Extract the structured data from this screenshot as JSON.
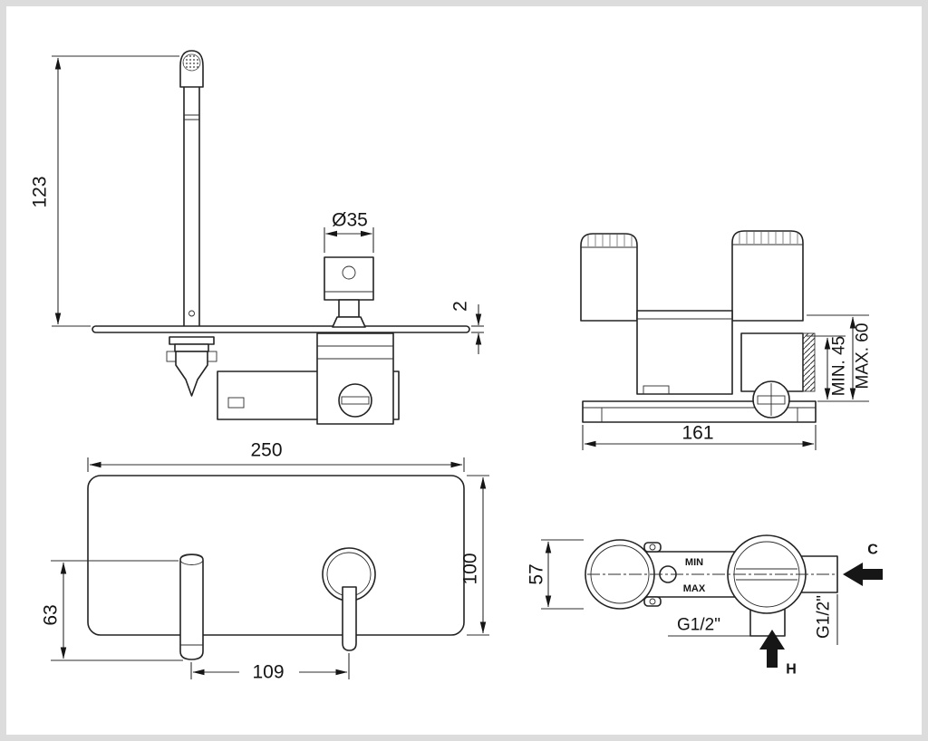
{
  "side_view": {
    "spout_height": "123",
    "handle_diameter": "Ø35",
    "plate_thickness": "2"
  },
  "rear_view": {
    "body_width": "161",
    "recess_min": "MIN. 45",
    "recess_max": "MAX. 60"
  },
  "front_view": {
    "plate_width": "250",
    "plate_height": "100",
    "spout_drop": "63",
    "spout_to_handle": "109"
  },
  "top_view": {
    "body_height": "57",
    "bottom_thread": "G1/2\"",
    "side_thread": "G1/2\"",
    "cold": "C",
    "hot": "H",
    "min": "MIN",
    "max": "MAX"
  }
}
